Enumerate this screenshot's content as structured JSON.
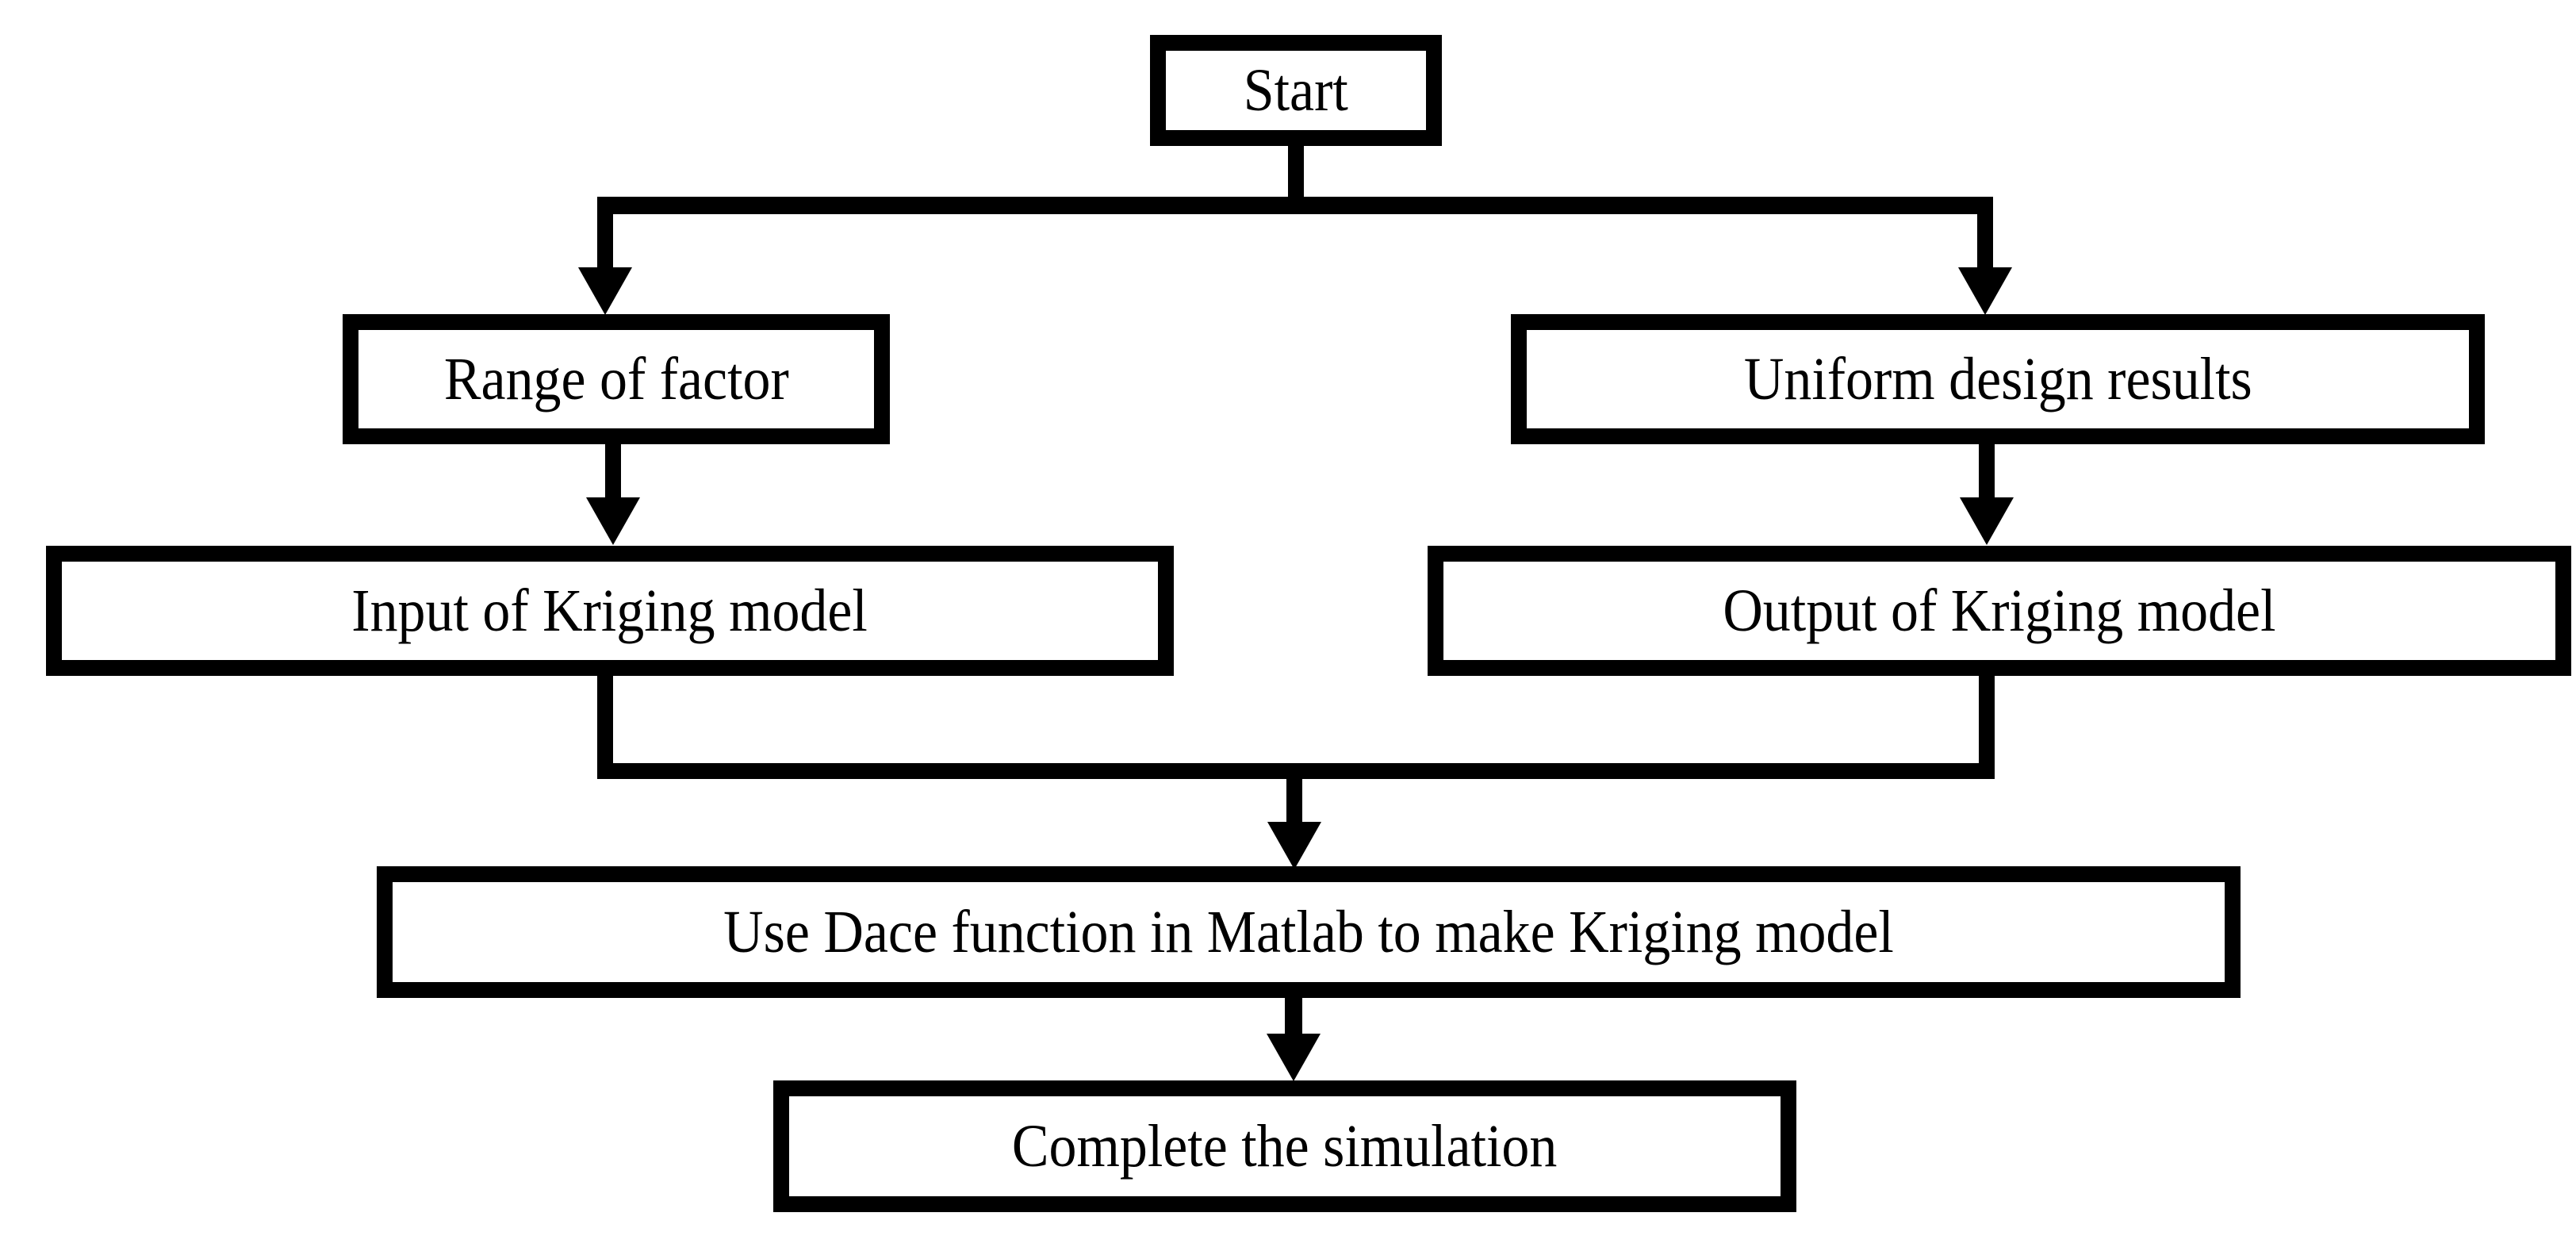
{
  "diagram": {
    "title": "Kriging model construction flowchart",
    "background_color": "#ffffff",
    "line_color": "#000000",
    "nodes": [
      {
        "id": "start",
        "label": "Start"
      },
      {
        "id": "range",
        "label": "Range of factor"
      },
      {
        "id": "uniform",
        "label": "Uniform design results"
      },
      {
        "id": "input",
        "label": "Input of Kriging model"
      },
      {
        "id": "output",
        "label": "Output of Kriging model"
      },
      {
        "id": "dace",
        "label": "Use Dace function in Matlab to make Kriging model"
      },
      {
        "id": "complete",
        "label": "Complete the simulation"
      }
    ],
    "edges": [
      {
        "from": "start",
        "to": "range"
      },
      {
        "from": "start",
        "to": "uniform"
      },
      {
        "from": "range",
        "to": "input"
      },
      {
        "from": "uniform",
        "to": "output"
      },
      {
        "from": "input",
        "to": "dace"
      },
      {
        "from": "output",
        "to": "dace"
      },
      {
        "from": "dace",
        "to": "complete"
      }
    ]
  }
}
